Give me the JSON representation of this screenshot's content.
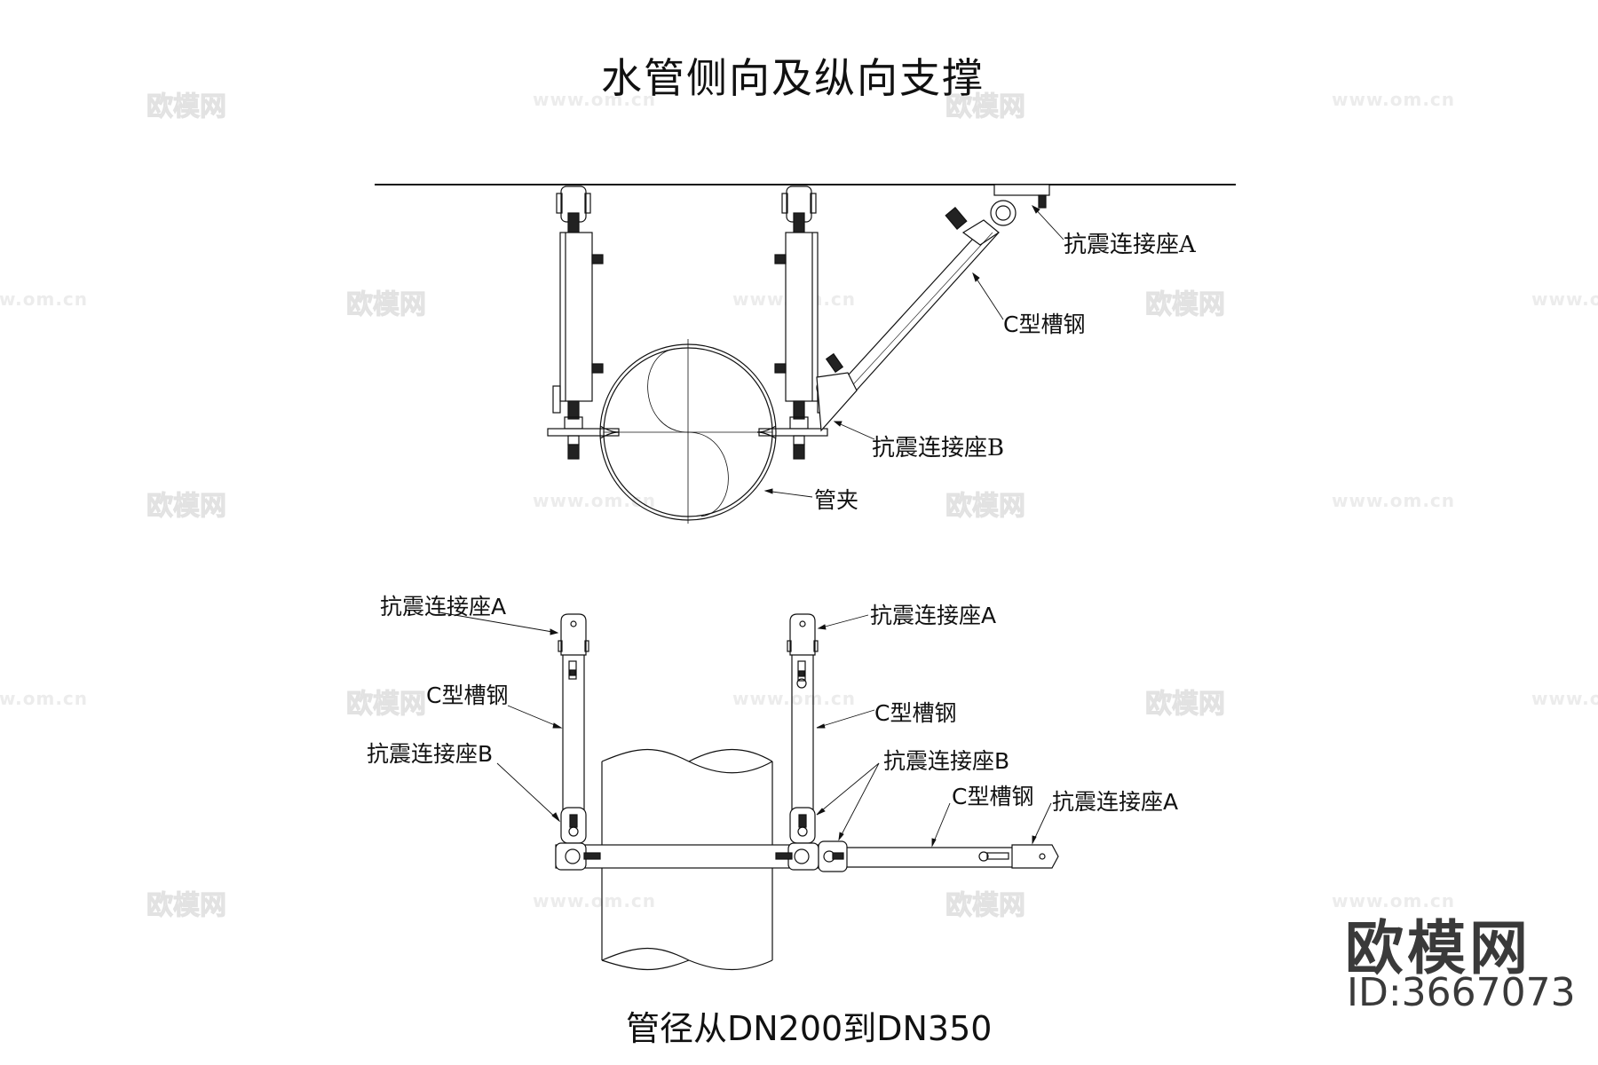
{
  "title": "水管侧向及纵向支撑",
  "caption": "管径从DN200到DN350",
  "top_view": {
    "labels": {
      "seismic_seat_a": "抗震连接座A",
      "c_channel": "C型槽钢",
      "seismic_seat_b": "抗震连接座B",
      "pipe_clamp": "管夹"
    }
  },
  "bottom_view": {
    "left_rod": {
      "seismic_seat_a": "抗震连接座A",
      "c_channel": "C型槽钢",
      "seismic_seat_b": "抗震连接座B"
    },
    "right_rod": {
      "seismic_seat_a": "抗震连接座A",
      "c_channel": "C型槽钢",
      "seismic_seat_b": "抗震连接座B"
    },
    "horizontal_brace": {
      "c_channel": "C型槽钢",
      "seismic_seat_a": "抗震连接座A"
    }
  },
  "watermark": {
    "brand": "欧模网",
    "url": "www.om.cn"
  },
  "logo": {
    "brand": "欧模网",
    "id_text": "ID:3667073"
  },
  "colors": {
    "line": "#111111",
    "watermark": "#e6e6e6",
    "logo": "#3a3a3a"
  }
}
